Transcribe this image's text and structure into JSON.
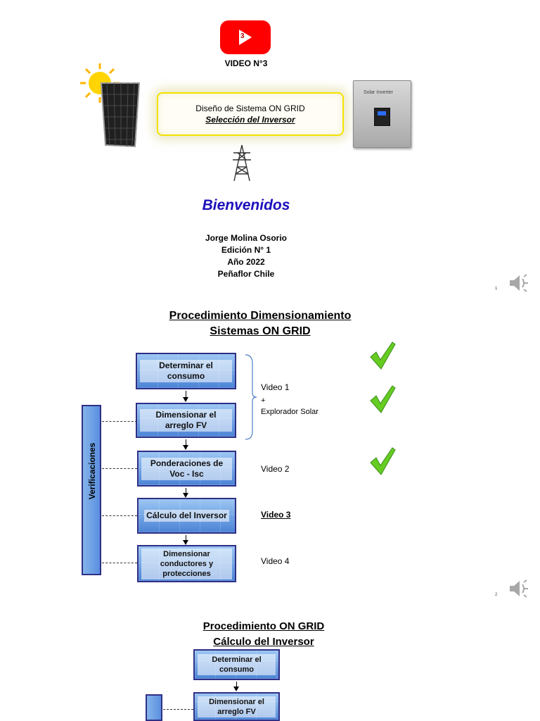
{
  "slide1": {
    "video_title": "VIDEO N°3",
    "box_title": "Diseño de Sistema ON GRID",
    "box_subtitle": "Selección del Inversor",
    "inverter_label": "Solar Inverter",
    "welcome": "Bienvenidos",
    "author": "Jorge Molina Osorio",
    "edition": "Edición N° 1",
    "year": "Año 2022",
    "place": "Peñaflor Chile",
    "page_number": "1",
    "yt_number": "3"
  },
  "slide2": {
    "title_line1": "Procedimiento Dimensionamiento",
    "title_line2": "Sistemas ON GRID",
    "side_label": "Verificaciones",
    "boxes": [
      "Determinar el consumo",
      "Dimensionar el arreglo FV",
      "Ponderaciones de Voc - Isc",
      "Cálculo del Inversor",
      "Dimensionar conductores y protecciones"
    ],
    "video_labels": {
      "v1": "Video 1",
      "plus": "+",
      "explorer": "Explorador Solar",
      "v2": "Video 2",
      "v3": "Video 3",
      "v4": "Video 4"
    },
    "page_number": "2"
  },
  "slide3": {
    "title_line1": "Procedimiento ON GRID",
    "title_line2": "Cálculo del Inversor",
    "boxes": [
      "Determinar el consumo",
      "Dimensionar el arreglo FV"
    ]
  },
  "colors": {
    "youtube_red": "#ff0000",
    "welcome_blue": "#1c0fbc",
    "check_green": "#66cc22",
    "box_blue": "#4a7fd0"
  }
}
